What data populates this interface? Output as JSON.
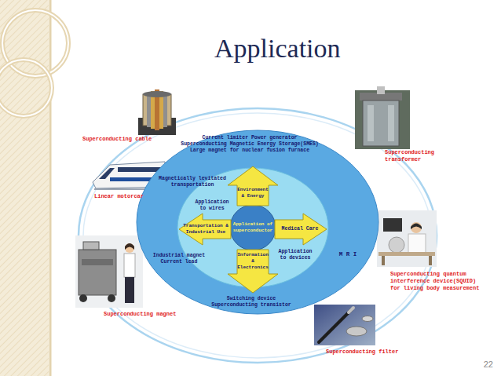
{
  "diagram": {
    "title": "Application",
    "nodes": [
      {
        "text": [
          "Current limiter Power generator Superconducting Magnetic Energy Storage(SMES) Large magnet for nuclear fusion furnace",
          "Magnetically levitated transportation",
          "Industrial magnet Current lead",
          "M R I",
          "Switching device Superconducting transistor"
        ]
      },
      {
        "text": [
          "Application to wires",
          "Application to devices"
        ],
        "in": 0
      },
      {
        "text": [
          "Application of superconductor"
        ],
        "in": 1
      },
      {
        "text": [
          "Environment & Energy"
        ],
        "in": 1
      },
      {
        "text": [
          "Transportation & Industrial Use"
        ],
        "in": 1
      },
      {
        "text": [
          "Medical Care"
        ],
        "in": 1
      },
      {
        "text": [
          "Information & Electronics"
        ],
        "in": 1
      }
    ],
    "labels": [
      "Superconducting cable",
      "Linear motorcar",
      "Superconducting magnet",
      "Superconducting transformer",
      "Superconducting quantum interference device(SQUID) for living body measurement",
      "Superconducting filter",
      "22"
    ]
  }
}
